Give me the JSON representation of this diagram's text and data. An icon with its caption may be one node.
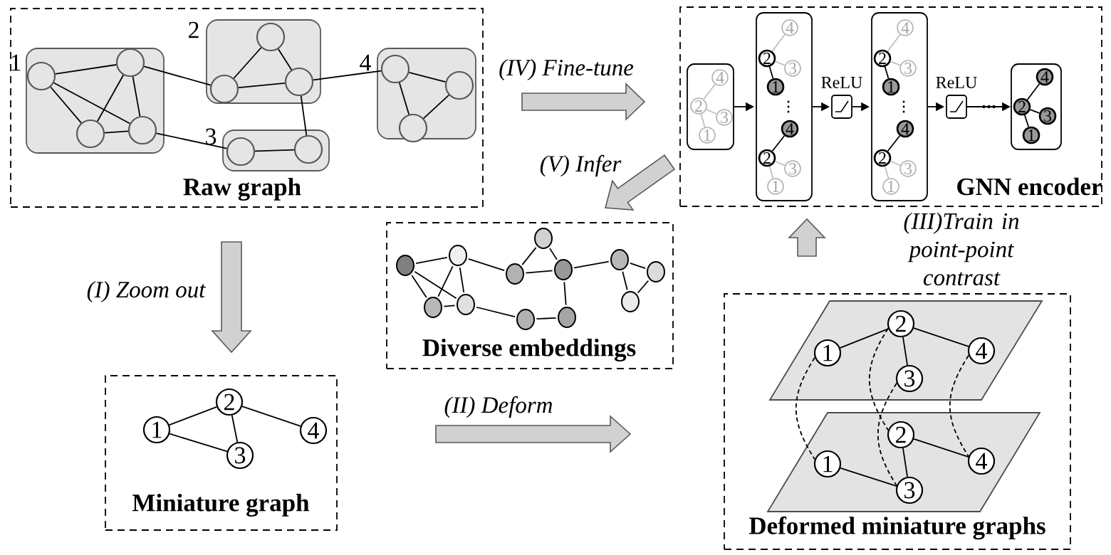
{
  "diagram": {
    "nodes": [
      {
        "text": [
          "Raw graph"
        ]
      },
      {
        "text": [
          "1"
        ],
        "in": 0
      },
      {
        "text": [
          "2"
        ],
        "in": 0
      },
      {
        "text": [
          "3"
        ],
        "in": 0
      },
      {
        "text": [
          "4"
        ],
        "in": 0
      },
      {
        "text": [],
        "shape": "circle",
        "in": 1
      },
      {
        "text": [],
        "shape": "circle",
        "in": 1
      },
      {
        "text": [],
        "shape": "circle",
        "in": 1
      },
      {
        "text": [],
        "shape": "circle",
        "in": 1
      },
      {
        "text": [],
        "shape": "circle",
        "in": 2
      },
      {
        "text": [],
        "shape": "circle",
        "in": 2
      },
      {
        "text": [],
        "shape": "circle",
        "in": 2
      },
      {
        "text": [],
        "shape": "circle",
        "in": 3
      },
      {
        "text": [],
        "shape": "circle",
        "in": 3
      },
      {
        "text": [],
        "shape": "circle",
        "in": 4
      },
      {
        "text": [],
        "shape": "circle",
        "in": 4
      },
      {
        "text": [],
        "shape": "circle",
        "in": 4
      },
      {
        "text": [
          "GNN encoder"
        ]
      },
      {
        "text": [],
        "shape": "box",
        "in": 17
      },
      {
        "text": [
          "4"
        ],
        "in": 18
      },
      {
        "text": [
          "2"
        ],
        "in": 18
      },
      {
        "text": [
          "3"
        ],
        "in": 18
      },
      {
        "text": [
          "1"
        ],
        "in": 18
      },
      {
        "text": [],
        "shape": "box",
        "in": 17
      },
      {
        "text": [
          "4"
        ],
        "in": 23
      },
      {
        "text": [
          "2"
        ],
        "in": 23
      },
      {
        "text": [
          "3"
        ],
        "in": 23
      },
      {
        "text": [
          "1"
        ],
        "in": 23
      },
      {
        "text": [
          "4"
        ],
        "in": 23
      },
      {
        "text": [
          "2"
        ],
        "in": 23
      },
      {
        "text": [
          "3"
        ],
        "in": 23
      },
      {
        "text": [
          "1"
        ],
        "in": 23
      },
      {
        "text": [
          "ReLU"
        ],
        "in": 17
      },
      {
        "text": [],
        "shape": "box",
        "in": 17
      },
      {
        "text": [
          "4"
        ],
        "in": 33
      },
      {
        "text": [
          "2"
        ],
        "in": 33
      },
      {
        "text": [
          "3"
        ],
        "in": 33
      },
      {
        "text": [
          "1"
        ],
        "in": 33
      },
      {
        "text": [
          "4"
        ],
        "in": 33
      },
      {
        "text": [
          "2"
        ],
        "in": 33
      },
      {
        "text": [
          "3"
        ],
        "in": 33
      },
      {
        "text": [
          "1"
        ],
        "in": 33
      },
      {
        "text": [
          "ReLU"
        ],
        "in": 17
      },
      {
        "text": [],
        "shape": "box",
        "in": 17
      },
      {
        "text": [
          "4"
        ],
        "in": 43
      },
      {
        "text": [
          "2"
        ],
        "in": 43
      },
      {
        "text": [
          "3"
        ],
        "in": 43
      },
      {
        "text": [
          "1"
        ],
        "in": 43
      },
      {
        "text": [
          "Diverse embeddings"
        ]
      },
      {
        "text": [],
        "shape": "circle",
        "in": 48
      },
      {
        "text": [],
        "shape": "circle",
        "in": 48
      },
      {
        "text": [],
        "shape": "circle",
        "in": 48
      },
      {
        "text": [],
        "shape": "circle",
        "in": 48
      },
      {
        "text": [],
        "shape": "circle",
        "in": 48
      },
      {
        "text": [],
        "shape": "circle",
        "in": 48
      },
      {
        "text": [],
        "shape": "circle",
        "in": 48
      },
      {
        "text": [],
        "shape": "circle",
        "in": 48
      },
      {
        "text": [],
        "shape": "circle",
        "in": 48
      },
      {
        "text": [],
        "shape": "circle",
        "in": 48
      },
      {
        "text": [],
        "shape": "circle",
        "in": 48
      },
      {
        "text": [],
        "shape": "circle",
        "in": 48
      },
      {
        "text": [
          "Miniature graph"
        ]
      },
      {
        "text": [
          "1"
        ],
        "in": 61
      },
      {
        "text": [
          "2"
        ],
        "in": 61
      },
      {
        "text": [
          "3"
        ],
        "in": 61
      },
      {
        "text": [
          "4"
        ],
        "in": 61
      },
      {
        "text": [
          "Deformed miniature graphs"
        ]
      },
      {
        "text": [],
        "shape": "parallelogram",
        "in": 66
      },
      {
        "text": [
          "1"
        ],
        "in": 67
      },
      {
        "text": [
          "2"
        ],
        "in": 67
      },
      {
        "text": [
          "3"
        ],
        "in": 67
      },
      {
        "text": [
          "4"
        ],
        "in": 67
      },
      {
        "text": [],
        "shape": "parallelogram",
        "in": 66
      },
      {
        "text": [
          "1"
        ],
        "in": 72
      },
      {
        "text": [
          "2"
        ],
        "in": 72
      },
      {
        "text": [
          "3"
        ],
        "in": 72
      },
      {
        "text": [
          "4"
        ],
        "in": 72
      }
    ],
    "edges": [
      {
        "from": 5,
        "to": 6,
        "arrow": "none"
      },
      {
        "from": 5,
        "to": 7,
        "arrow": "none"
      },
      {
        "from": 5,
        "to": 8,
        "arrow": "none"
      },
      {
        "from": 6,
        "to": 7,
        "arrow": "none"
      },
      {
        "from": 6,
        "to": 8,
        "arrow": "none"
      },
      {
        "from": 7,
        "to": 8,
        "arrow": "none"
      },
      {
        "from": 9,
        "to": 10,
        "arrow": "none"
      },
      {
        "from": 9,
        "to": 11,
        "arrow": "none"
      },
      {
        "from": 10,
        "to": 11,
        "arrow": "none"
      },
      {
        "from": 6,
        "to": 10,
        "arrow": "none"
      },
      {
        "from": 8,
        "to": 12,
        "arrow": "none"
      },
      {
        "from": 11,
        "to": 13,
        "arrow": "none"
      },
      {
        "from": 11,
        "to": 14,
        "arrow": "none"
      },
      {
        "from": 12,
        "to": 13,
        "arrow": "none"
      },
      {
        "from": 14,
        "to": 15,
        "arrow": "none"
      },
      {
        "from": 14,
        "to": 16,
        "arrow": "none"
      },
      {
        "from": 15,
        "to": 16,
        "arrow": "none"
      },
      {
        "from": 19,
        "to": 20,
        "arrow": "none",
        "color": "#bfbfbf"
      },
      {
        "from": 20,
        "to": 21,
        "arrow": "none",
        "color": "#bfbfbf"
      },
      {
        "from": 20,
        "to": 22,
        "arrow": "none",
        "color": "#bfbfbf"
      },
      {
        "from": 24,
        "to": 25,
        "arrow": "none",
        "color": "#bfbfbf"
      },
      {
        "from": 25,
        "to": 26,
        "arrow": "none",
        "color": "#bfbfbf"
      },
      {
        "from": 25,
        "to": 27,
        "arrow": "none"
      },
      {
        "from": 28,
        "to": 29,
        "arrow": "none"
      },
      {
        "from": 29,
        "to": 30,
        "arrow": "none",
        "color": "#bfbfbf"
      },
      {
        "from": 29,
        "to": 31,
        "arrow": "none",
        "color": "#bfbfbf"
      },
      {
        "from": 34,
        "to": 35,
        "arrow": "none",
        "color": "#bfbfbf"
      },
      {
        "from": 35,
        "to": 36,
        "arrow": "none",
        "color": "#bfbfbf"
      },
      {
        "from": 35,
        "to": 37,
        "arrow": "none"
      },
      {
        "from": 38,
        "to": 39,
        "arrow": "none"
      },
      {
        "from": 39,
        "to": 40,
        "arrow": "none",
        "color": "#bfbfbf"
      },
      {
        "from": 39,
        "to": 41,
        "arrow": "none",
        "color": "#bfbfbf"
      },
      {
        "from": 44,
        "to": 45,
        "arrow": "none"
      },
      {
        "from": 45,
        "to": 46,
        "arrow": "none"
      },
      {
        "from": 45,
        "to": 47,
        "arrow": "none"
      },
      {
        "from": 18,
        "to": 23,
        "arrow": "to"
      },
      {
        "from": 23,
        "to": 32,
        "arrow": "to"
      },
      {
        "from": 32,
        "to": 33,
        "arrow": "to"
      },
      {
        "from": 33,
        "to": 42,
        "arrow": "to"
      },
      {
        "from": 42,
        "to": 43,
        "arrow": "to"
      },
      {
        "from": 49,
        "to": 51,
        "arrow": "none"
      },
      {
        "from": 49,
        "to": 50,
        "arrow": "none"
      },
      {
        "from": 49,
        "to": 52,
        "arrow": "none"
      },
      {
        "from": 51,
        "to": 50,
        "arrow": "none"
      },
      {
        "from": 51,
        "to": 52,
        "arrow": "none"
      },
      {
        "from": 50,
        "to": 52,
        "arrow": "none"
      },
      {
        "from": 51,
        "to": 53,
        "arrow": "none"
      },
      {
        "from": 53,
        "to": 56,
        "arrow": "none"
      },
      {
        "from": 55,
        "to": 53,
        "arrow": "none"
      },
      {
        "from": 55,
        "to": 56,
        "arrow": "none"
      },
      {
        "from": 56,
        "to": 57,
        "arrow": "none"
      },
      {
        "from": 52,
        "to": 54,
        "arrow": "none"
      },
      {
        "from": 54,
        "to": 57,
        "arrow": "none"
      },
      {
        "from": 56,
        "to": 58,
        "arrow": "none"
      },
      {
        "from": 58,
        "to": 60,
        "arrow": "none"
      },
      {
        "from": 58,
        "to": 59,
        "arrow": "none"
      },
      {
        "from": 60,
        "to": 59,
        "arrow": "none"
      },
      {
        "from": 62,
        "to": 63,
        "arrow": "none"
      },
      {
        "from": 62,
        "to": 64,
        "arrow": "none"
      },
      {
        "from": 63,
        "to": 64,
        "arrow": "none"
      },
      {
        "from": 63,
        "to": 65,
        "arrow": "none"
      },
      {
        "from": 68,
        "to": 69,
        "arrow": "none"
      },
      {
        "from": 69,
        "to": 70,
        "arrow": "none"
      },
      {
        "from": 69,
        "to": 71,
        "arrow": "none"
      },
      {
        "from": 73,
        "to": 75,
        "arrow": "none"
      },
      {
        "from": 74,
        "to": 75,
        "arrow": "none"
      },
      {
        "from": 74,
        "to": 76,
        "arrow": "none"
      },
      {
        "from": 68,
        "to": 73,
        "arrow": "none",
        "style": "dashed"
      },
      {
        "from": 69,
        "to": 74,
        "arrow": "none",
        "style": "dashed"
      },
      {
        "from": 70,
        "to": 75,
        "arrow": "none",
        "style": "dashed"
      },
      {
        "from": 71,
        "to": 76,
        "arrow": "none",
        "style": "dashed"
      },
      {
        "from": 0,
        "to": 61,
        "arrow": "to",
        "style": "thick",
        "label": "(I) Zoom out"
      },
      {
        "from": 61,
        "to": 66,
        "arrow": "to",
        "style": "thick",
        "label": "(II) Deform"
      },
      {
        "from": 66,
        "to": 17,
        "arrow": "to",
        "style": "thick",
        "label": "(III)Train in point-point contrast"
      },
      {
        "from": 0,
        "to": 17,
        "arrow": "to",
        "style": "thick",
        "label": "(IV) Fine-tune"
      },
      {
        "from": 17,
        "to": 48,
        "arrow": "to",
        "style": "thick",
        "label": "(V) Infer"
      }
    ]
  }
}
